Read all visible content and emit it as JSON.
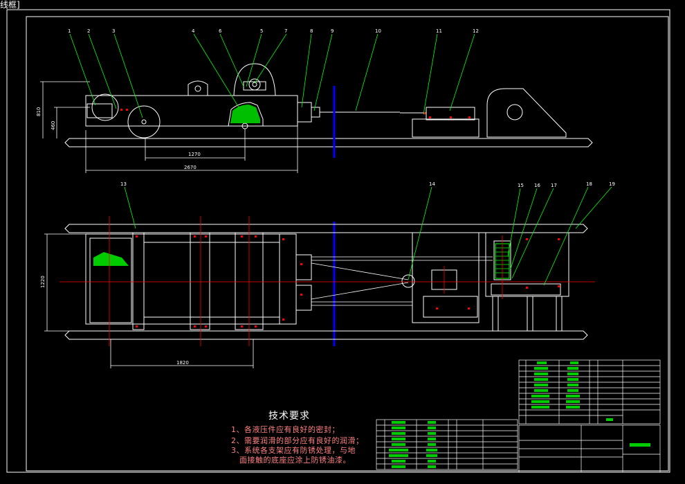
{
  "window": {
    "label": "线框]"
  },
  "colors": {
    "background": "#000000",
    "outline": "#ffffff",
    "leader": "#00ff00",
    "centerline": "#ff0000",
    "divider": "#0000ff",
    "accent": "#ff8080",
    "hatch": "#00ff00"
  },
  "callouts": [
    "1",
    "2",
    "3",
    "4",
    "5",
    "6",
    "7",
    "8",
    "9",
    "10",
    "11",
    "12",
    "13",
    "14",
    "15",
    "16",
    "17",
    "18",
    "19"
  ],
  "dimensions": {
    "front_height_outer": "810",
    "front_height_inner": "460",
    "front_length_inner": "1270",
    "front_length_outer": "2670",
    "top_width": "1220",
    "top_length": "1820"
  },
  "tech_requirements": {
    "title": "技术要求",
    "items": [
      "1、各液压件应有良好的密封；",
      "2、需要润滑的部分应有良好的润滑；",
      "3、系统各支架应有防锈处理，与地",
      "   面接触的底座应涂上防锈油漆。"
    ]
  }
}
